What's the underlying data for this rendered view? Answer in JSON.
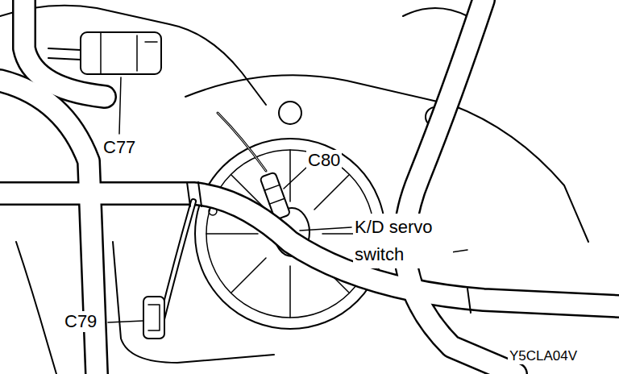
{
  "diagram": {
    "labels": [
      "C77",
      "C80",
      "K/D servo switch",
      "C79",
      "Y5CLA04V"
    ]
  }
}
